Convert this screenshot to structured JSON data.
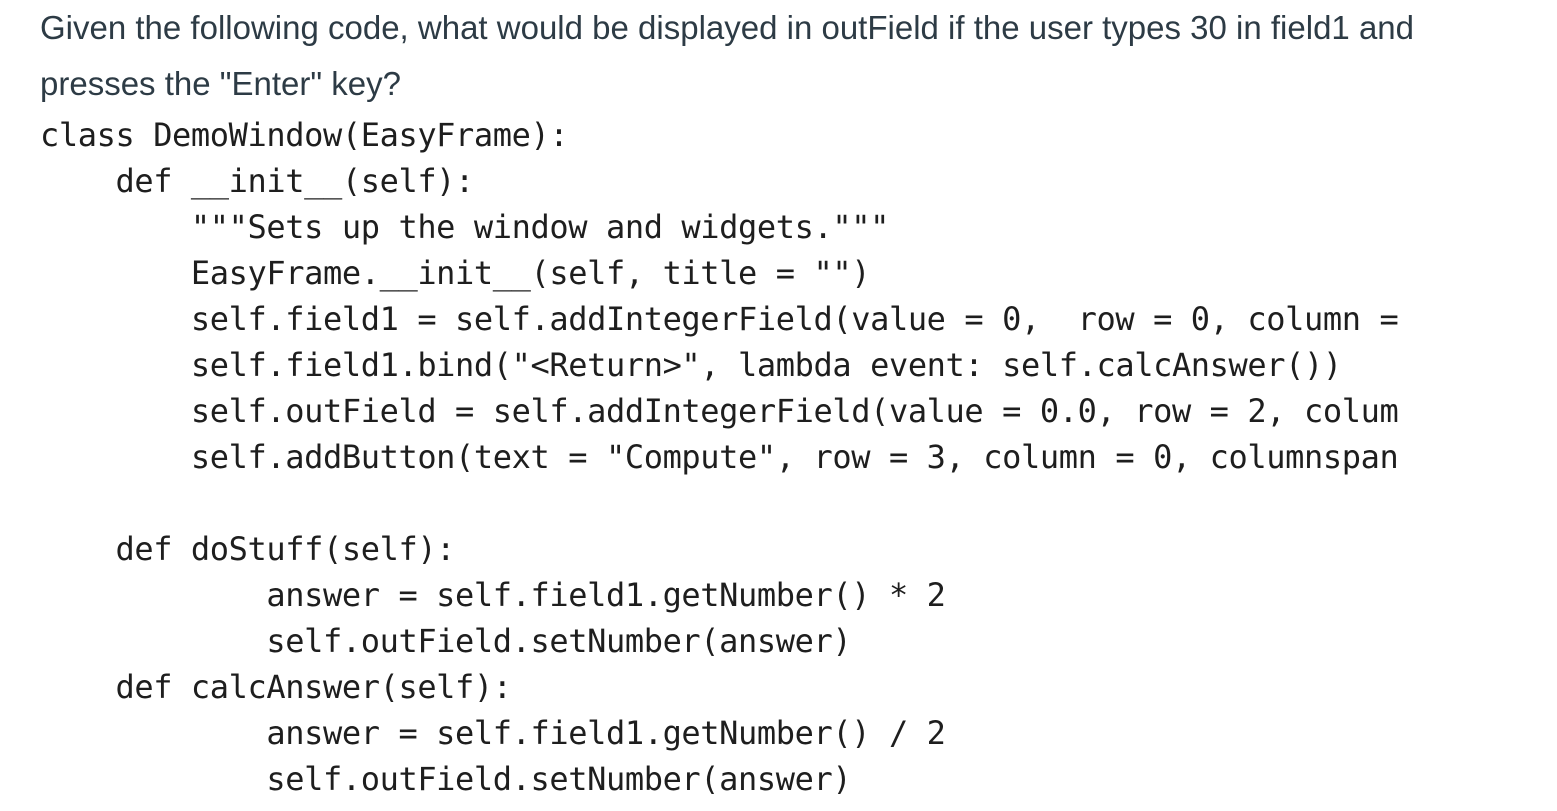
{
  "question": {
    "text": "Given the following code, what would be displayed in outField if the user types 30 in field1 and presses the \"Enter\" key?"
  },
  "code": {
    "lines": [
      "class DemoWindow(EasyFrame):",
      "    def __init__(self):",
      "        \"\"\"Sets up the window and widgets.\"\"\"",
      "        EasyFrame.__init__(self, title = \"\")",
      "        self.field1 = self.addIntegerField(value = 0,  row = 0, column =",
      "        self.field1.bind(\"<Return>\", lambda event: self.calcAnswer())",
      "        self.outField = self.addIntegerField(value = 0.0, row = 2, colum",
      "        self.addButton(text = \"Compute\", row = 3, column = 0, columnspan",
      "",
      "    def doStuff(self):",
      "            answer = self.field1.getNumber() * 2",
      "            self.outField.setNumber(answer)",
      "    def calcAnswer(self):",
      "            answer = self.field1.getNumber() / 2",
      "            self.outField.setNumber(answer)"
    ]
  }
}
